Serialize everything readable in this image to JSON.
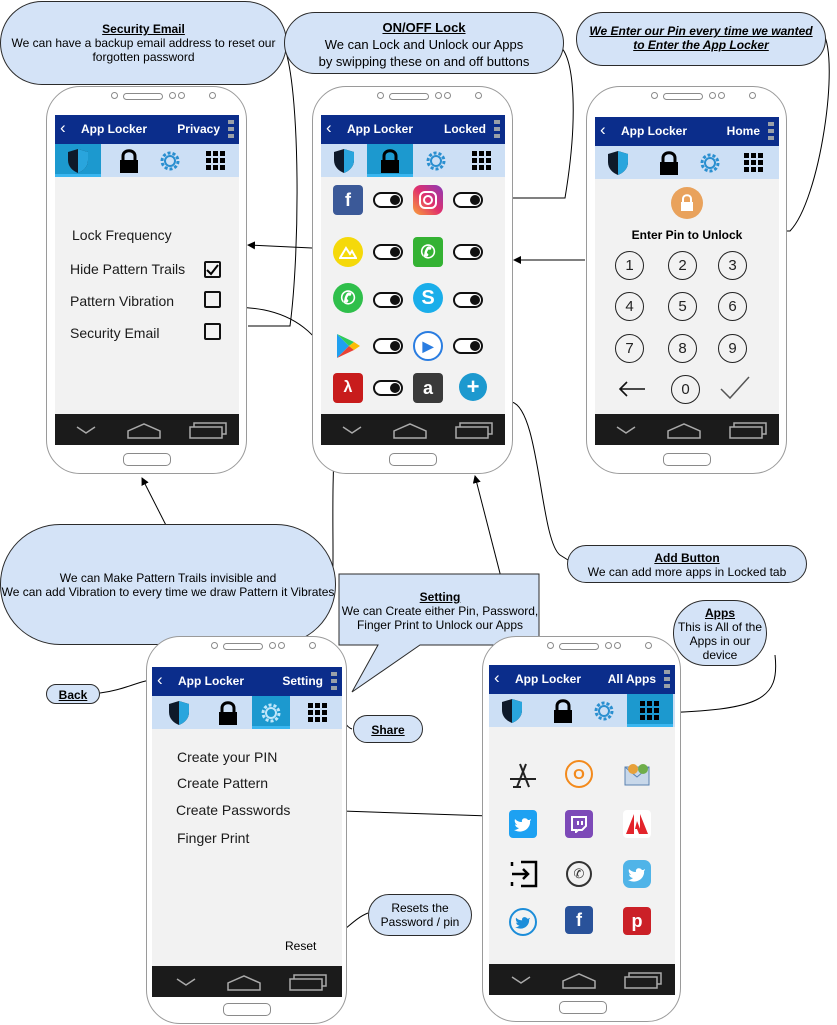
{
  "callouts": {
    "security_email": {
      "title": "Security Email",
      "body": "We can have a backup email address to reset our forgotten password"
    },
    "onoff": {
      "title": "ON/OFF Lock",
      "body_line1": "We can Lock and Unlock our Apps",
      "body_line2": "by swipping these on and off buttons"
    },
    "pin": {
      "line1": "We Enter our Pin every time we wanted",
      "line2": "to Enter the App Locker"
    },
    "add_button": {
      "title": "Add Button",
      "body": "We can add more apps in Locked tab"
    },
    "pattern": {
      "line1": "We can Make Pattern Trails invisible and",
      "line2": "We can add Vibration to every time we draw Pattern it Vibrates"
    },
    "setting": {
      "title": "Setting",
      "line1": "We can Create either Pin, Password,",
      "line2": "Finger Print to Unlock our Apps"
    },
    "apps": {
      "title": "Apps",
      "line1": "This is All of the",
      "line2": "Apps in our",
      "line3": "device"
    },
    "back": {
      "label": "Back"
    },
    "share": {
      "label": "Share"
    },
    "reset": {
      "line1": "Resets the",
      "line2": "Password / pin"
    }
  },
  "phones": {
    "privacy": {
      "title": "App Locker",
      "right": "Privacy",
      "items": [
        "Lock Frequency",
        "Hide Pattern Trails",
        "Pattern Vibration",
        "Security Email"
      ],
      "checked": [
        false,
        true,
        false,
        false
      ]
    },
    "locked": {
      "title": "App Locker",
      "right": "Locked"
    },
    "home": {
      "title": "App Locker",
      "right": "Home",
      "prompt": "Enter Pin to Unlock",
      "keys": [
        "1",
        "2",
        "3",
        "4",
        "5",
        "6",
        "7",
        "8",
        "9",
        "0"
      ]
    },
    "setting": {
      "title": "App Locker",
      "right": "Setting",
      "items": [
        "Create your PIN",
        "Create Pattern",
        "Create Passwords",
        "Finger Print"
      ],
      "reset": "Reset"
    },
    "allapps": {
      "title": "App Locker",
      "right": "All Apps"
    }
  },
  "colors": {
    "appbar": "#0b2d8b",
    "tabbar": "#ccdff5",
    "tab_selected": "#1c99cf",
    "callout": "#d4e3f7",
    "navbar": "#1b1b1b"
  }
}
